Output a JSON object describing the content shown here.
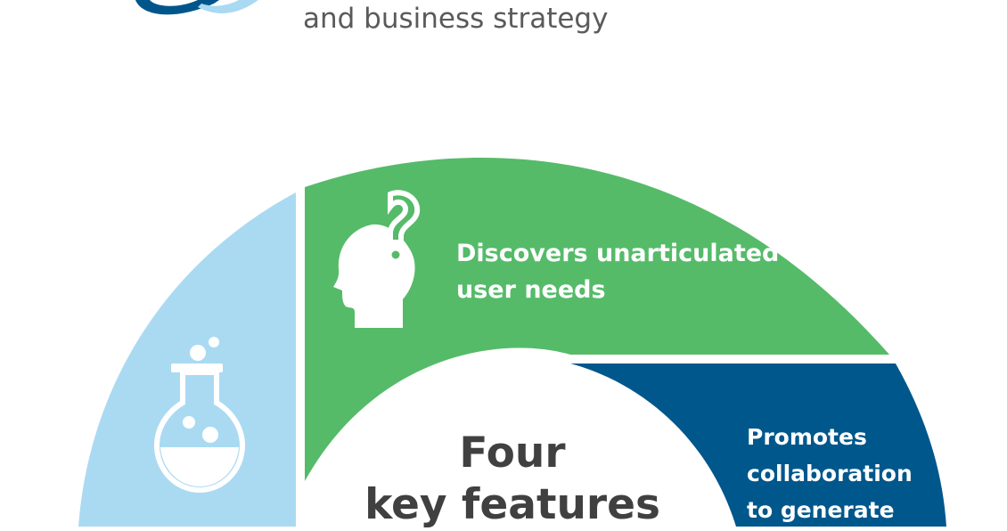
{
  "header": {
    "subtitle": "and business strategy"
  },
  "features": {
    "green": {
      "lines": [
        "Discovers unarticulated",
        "user needs"
      ],
      "icon": "head-question-icon"
    },
    "blue": {
      "lines": [
        "Promotes",
        "collaboration",
        "to generate"
      ]
    },
    "light_blue": {
      "icon": "flask-icon"
    }
  },
  "center": {
    "lines": [
      "Four",
      "key features"
    ]
  },
  "colors": {
    "green": "#55bb69",
    "dark_blue": "#00578c",
    "light_blue": "#aadaf2",
    "logo_dark": "#00568a",
    "text_dark": "#404040",
    "text_grey": "#5a5a5a"
  }
}
